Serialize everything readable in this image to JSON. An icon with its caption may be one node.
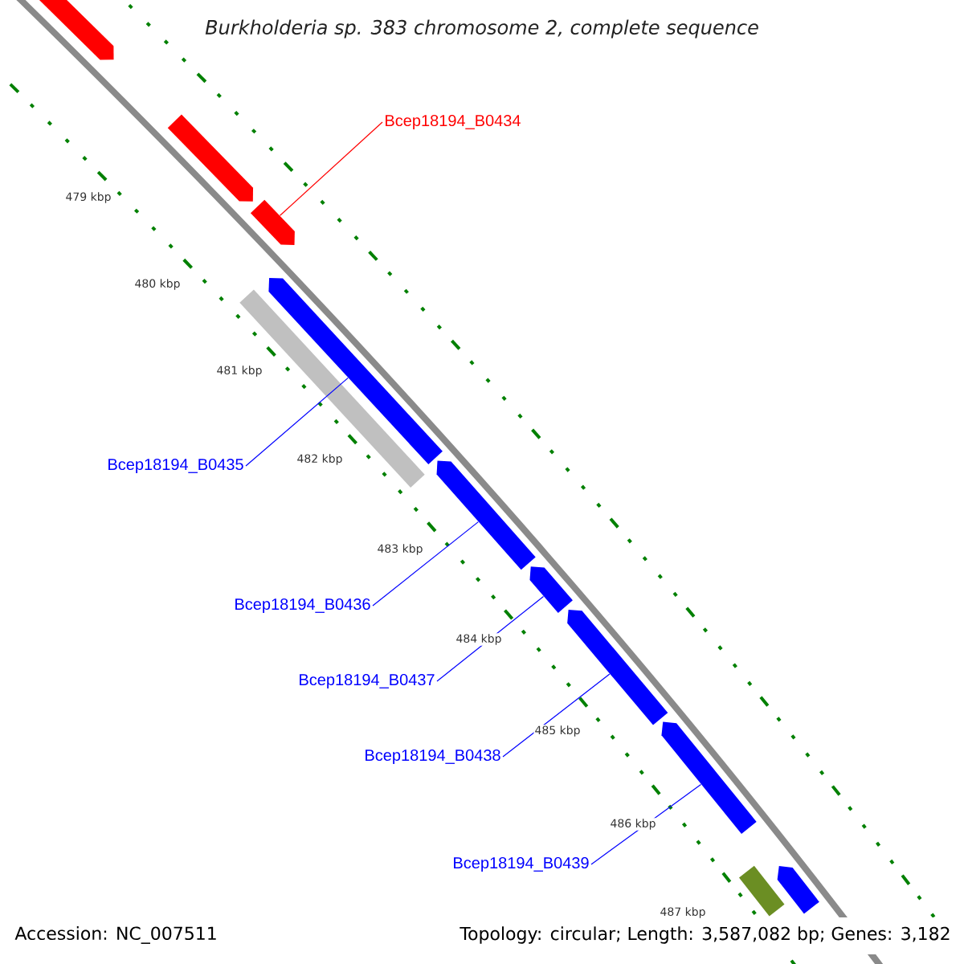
{
  "diagram": {
    "title": "Burkholderia sp. 383 chromosome 2, complete sequence",
    "nodes": [
      {
        "text": [],
        "shape": "box"
      },
      {
        "text": [],
        "shape": "box"
      },
      {
        "text": [],
        "shape": "box"
      },
      {
        "text": [],
        "shape": "bar"
      },
      {
        "text": [],
        "shape": "box"
      },
      {
        "text": [],
        "shape": "box"
      },
      {
        "text": [],
        "shape": "box"
      },
      {
        "text": [],
        "shape": "box"
      },
      {
        "text": [],
        "shape": "box"
      },
      {
        "text": [],
        "shape": "bar"
      },
      {
        "text": [],
        "shape": "box"
      },
      {
        "text": [
          "Bcep18194_B0434"
        ]
      },
      {
        "text": [
          "Bcep18194_B0435"
        ]
      },
      {
        "text": [
          "Bcep18194_B0436"
        ]
      },
      {
        "text": [
          "Bcep18194_B0437"
        ]
      },
      {
        "text": [
          "Bcep18194_B0438"
        ]
      },
      {
        "text": [
          "Bcep18194_B0439"
        ]
      }
    ],
    "edges": [
      {
        "from": 11,
        "to": 2,
        "arrow": "none",
        "color": "#ff0000"
      },
      {
        "from": 12,
        "to": 4,
        "arrow": "none"
      },
      {
        "from": 13,
        "to": 5,
        "arrow": "none"
      },
      {
        "from": 14,
        "to": 6,
        "arrow": "none"
      },
      {
        "from": 15,
        "to": 7,
        "arrow": "none"
      },
      {
        "from": 16,
        "to": 8,
        "arrow": "none"
      }
    ],
    "labels": [
      "479 kbp",
      "480 kbp",
      "481 kbp",
      "482 kbp",
      "483 kbp",
      "484 kbp",
      "485 kbp",
      "486 kbp",
      "487 kbp",
      "Accession: NC_007511",
      "Topology: circular; Length: 3,587,082 bp; Genes: 3,182"
    ]
  }
}
